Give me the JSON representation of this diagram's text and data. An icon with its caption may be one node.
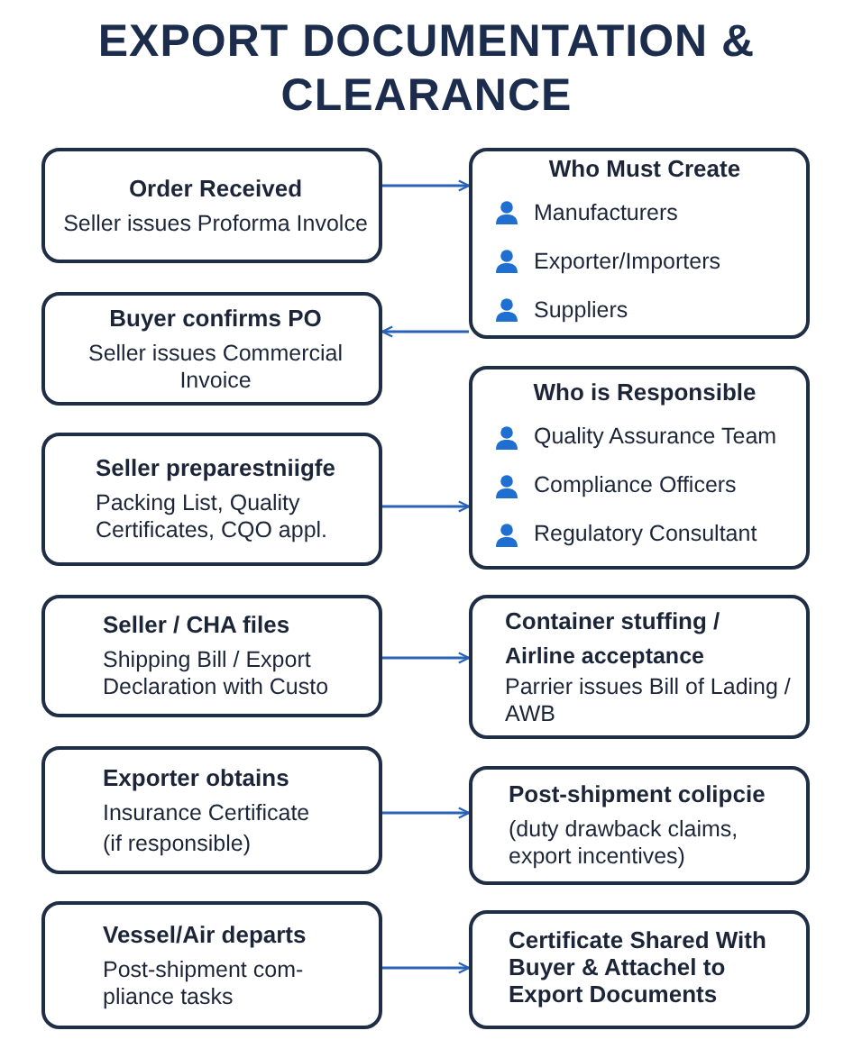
{
  "diagram": {
    "title": "EXPORT DOCUMENTATION & CLEARANCE",
    "nodes": [
      {
        "text": [
          "Order Received",
          "Seller issues Proforma Involce"
        ]
      },
      {
        "text": [
          "Who Must Create",
          "Manufacturers",
          "Exporter/Importers",
          "Suppliers"
        ]
      },
      {
        "text": [
          "Buyer confirms PO",
          "Seller issues Commercial Invoice"
        ]
      },
      {
        "text": [
          "Who is Responsible",
          "Quality Assurance Team",
          "Compliance Officers",
          "Regulatory Consultant"
        ]
      },
      {
        "text": [
          "Seller preparestniigfe",
          "Packing List, Quality Certificates, CQO appl."
        ]
      },
      {
        "text": [
          "Seller / CHA files",
          "Shipping Bill / Export Declaration with Custo"
        ]
      },
      {
        "text": [
          "Container stuffing /",
          "Airline acceptance",
          "Parrier issues Bill of Lading / AWB"
        ]
      },
      {
        "text": [
          "Exporter obtains",
          "Insurance Certificate",
          "(if responsible)"
        ]
      },
      {
        "text": [
          "Post-shipment colipcie",
          "(duty drawback claims, export incentives)"
        ]
      },
      {
        "text": [
          "Vessel/Air departs",
          "Post-shipment com- pliance tasks"
        ]
      },
      {
        "text": [
          "Certificate Shared With Buyer & Attachel to Export Documents"
        ]
      }
    ],
    "edges": [
      {
        "from": 0,
        "to": 1,
        "arrow": "to"
      },
      {
        "from": 1,
        "to": 2,
        "arrow": "to"
      },
      {
        "from": 4,
        "to": 3,
        "arrow": "to"
      },
      {
        "from": 5,
        "to": 6,
        "arrow": "to"
      },
      {
        "from": 7,
        "to": 8,
        "arrow": "to"
      },
      {
        "from": 9,
        "to": 10,
        "arrow": "to"
      }
    ]
  }
}
